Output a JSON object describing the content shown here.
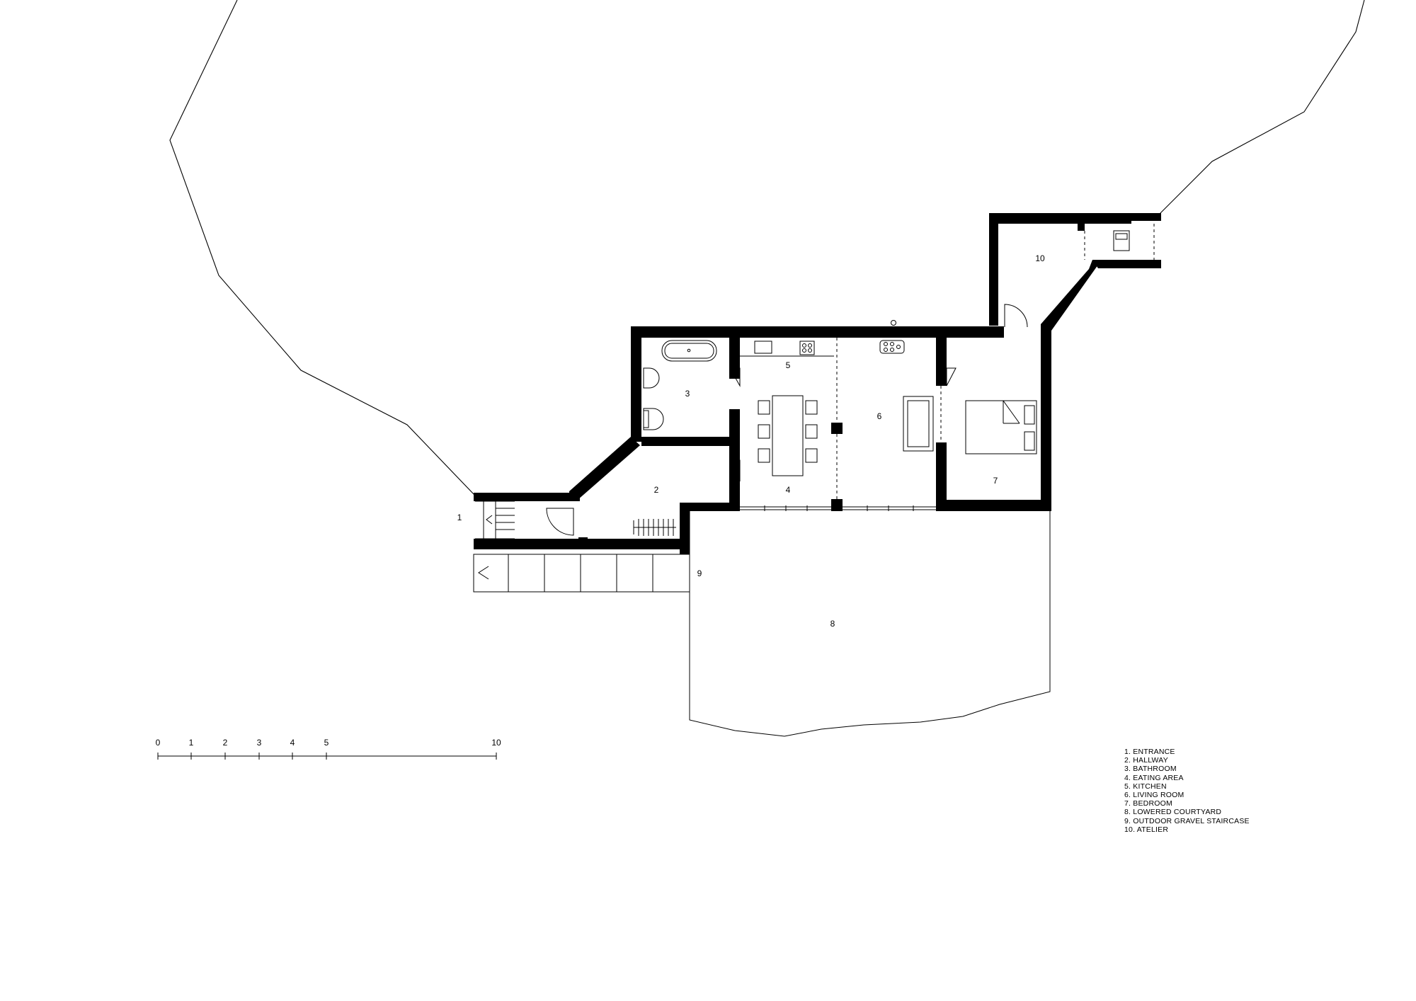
{
  "rooms": {
    "r1": "1",
    "r2": "2",
    "r3": "3",
    "r4": "4",
    "r5": "5",
    "r6": "6",
    "r7": "7",
    "r8": "8",
    "r9": "9",
    "r10": "10"
  },
  "legend": [
    "1. ENTRANCE",
    "2. HALLWAY",
    "3. BATHROOM",
    "4. EATING AREA",
    "5. KITCHEN",
    "6. LIVING ROOM",
    "7. BEDROOM",
    "8. LOWERED COURTYARD",
    "9. OUTDOOR GRAVEL STAIRCASE",
    "10. ATELIER"
  ],
  "scale_bar": {
    "labels": [
      "0",
      "1",
      "2",
      "3",
      "4",
      "5",
      "10"
    ]
  },
  "colors": {
    "wall": "#000000",
    "line": "#000000",
    "background": "#ffffff"
  }
}
